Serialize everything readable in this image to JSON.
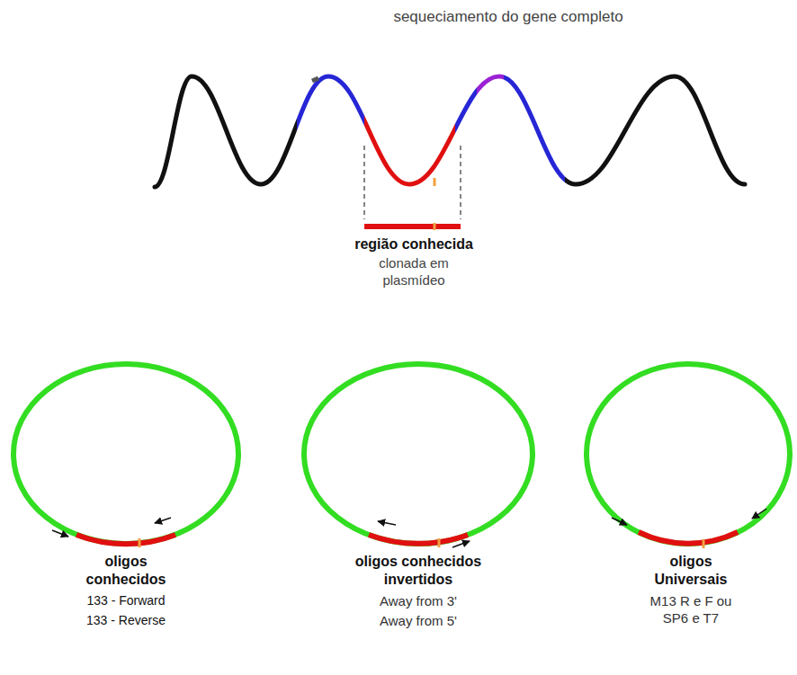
{
  "diagram": {
    "title": "sequeciamento do gene completo",
    "labels": [
      "região conhecida",
      "clonada em plasmídeo",
      "oligos conhecidos",
      "133 - Forward",
      "133 - Reverse",
      "oligos conhecidos invertidos",
      "Away from 3'",
      "Away from 5'",
      "oligos Universais",
      "M13 R e F ou SP6 e T7"
    ]
  }
}
